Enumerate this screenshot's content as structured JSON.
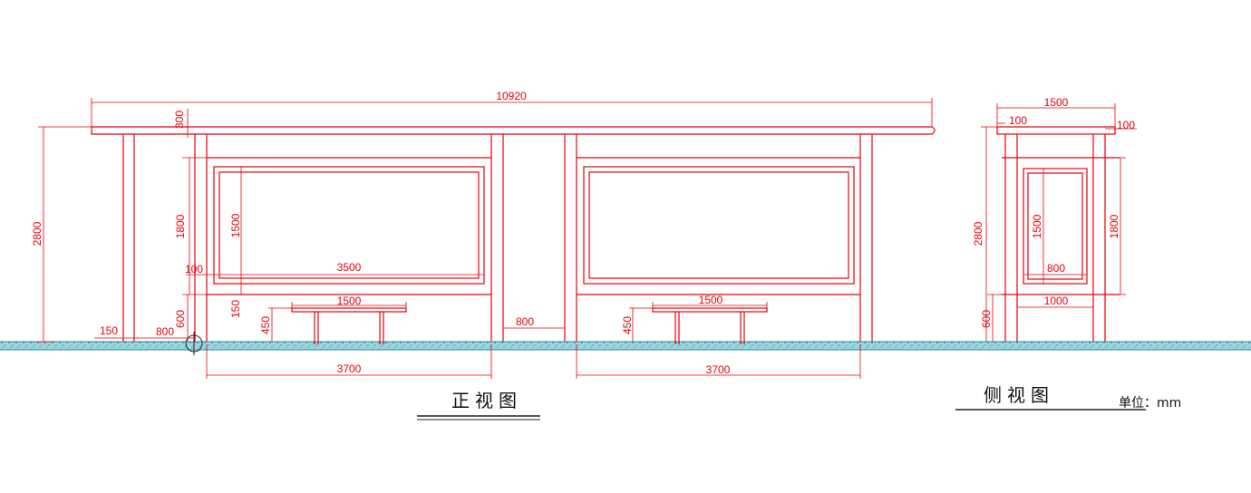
{
  "colors": {
    "line": "#e8000b",
    "ground": "#1f8fa0",
    "ground_fill": "#9fd3dc",
    "text": "#111111"
  },
  "front_view": {
    "title": "正视图",
    "dims": {
      "total_length": "10920",
      "roof_thickness": "300",
      "height": "2800",
      "panel_frame_height": "1800",
      "panel_height": "1500",
      "panel_side_gap": "100",
      "panel_width": "3500",
      "panel_bottom_gap": "150",
      "panel_base_height": "600",
      "post_width": "150",
      "cantilever": "800",
      "seat_width_left": "1500",
      "seat_width_right": "1500",
      "seat_height_left": "450",
      "seat_height_right": "450",
      "middle_gap": "800",
      "bay_width_left": "3700",
      "bay_width_right": "3700"
    }
  },
  "side_view": {
    "title": "侧视图",
    "dims": {
      "roof_width": "1500",
      "roof_overhang_left": "100",
      "roof_overhang_right": "100",
      "height": "2800",
      "panel_height": "1500",
      "panel_frame_height": "1800",
      "panel_width": "800",
      "frame_width": "1000",
      "base_height": "600"
    }
  },
  "unit_label": "单位：mm"
}
